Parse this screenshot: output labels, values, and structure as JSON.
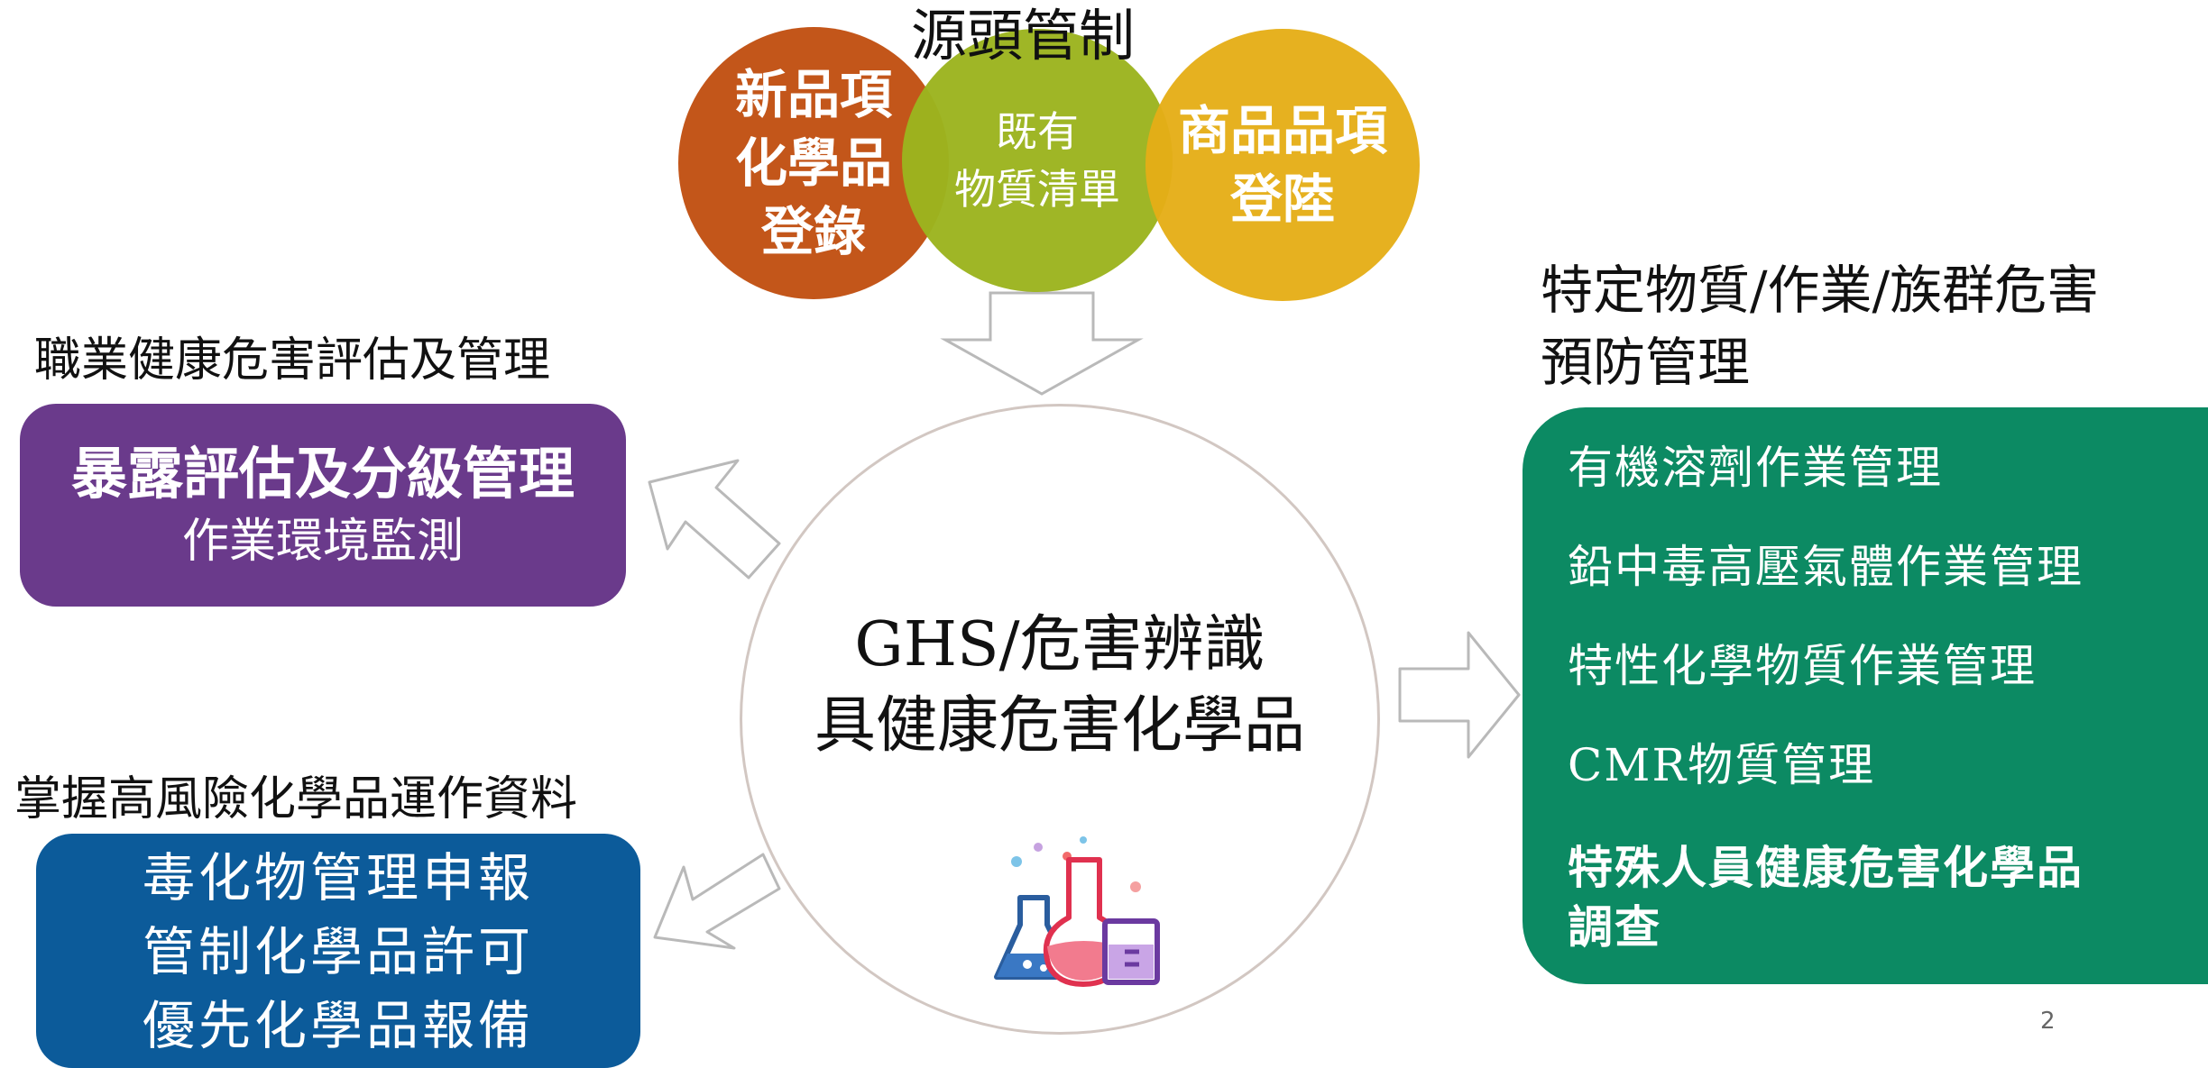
{
  "source": {
    "title": "源頭管制",
    "new_chem": [
      "新品項",
      "化學品",
      "登錄"
    ],
    "existing": [
      "既有",
      "物質清單"
    ],
    "product": [
      "商品品項",
      "登陸"
    ]
  },
  "center": {
    "line1": "GHS/危害辨識",
    "line2": "具健康危害化學品",
    "icon": "lab-flasks-icon"
  },
  "left_top": {
    "title": "職業健康危害評估及管理",
    "line1": "暴露評估及分級管理",
    "line2": "作業環境監測"
  },
  "left_bottom": {
    "title": "掌握高風險化學品運作資料",
    "items": [
      "毒化物管理申報",
      "管制化學品許可",
      "優先化學品報備"
    ]
  },
  "right": {
    "title_line1": "特定物質/作業/族群危害",
    "title_line2": "預防管理",
    "items": [
      "有機溶劑作業管理",
      "鉛中毒高壓氣體作業管理",
      "特性化學物質作業管理",
      "CMR物質管理"
    ],
    "last_line1": "特殊人員健康危害化學品",
    "last_line2": "調查"
  },
  "page_number": "2",
  "colors": {
    "new_chem": "#c3561a",
    "existing": "#9cb41f",
    "product": "#e5ae17",
    "purple": "#6a3a8b",
    "blue": "#0c5b9a",
    "green": "#0c8a63"
  }
}
